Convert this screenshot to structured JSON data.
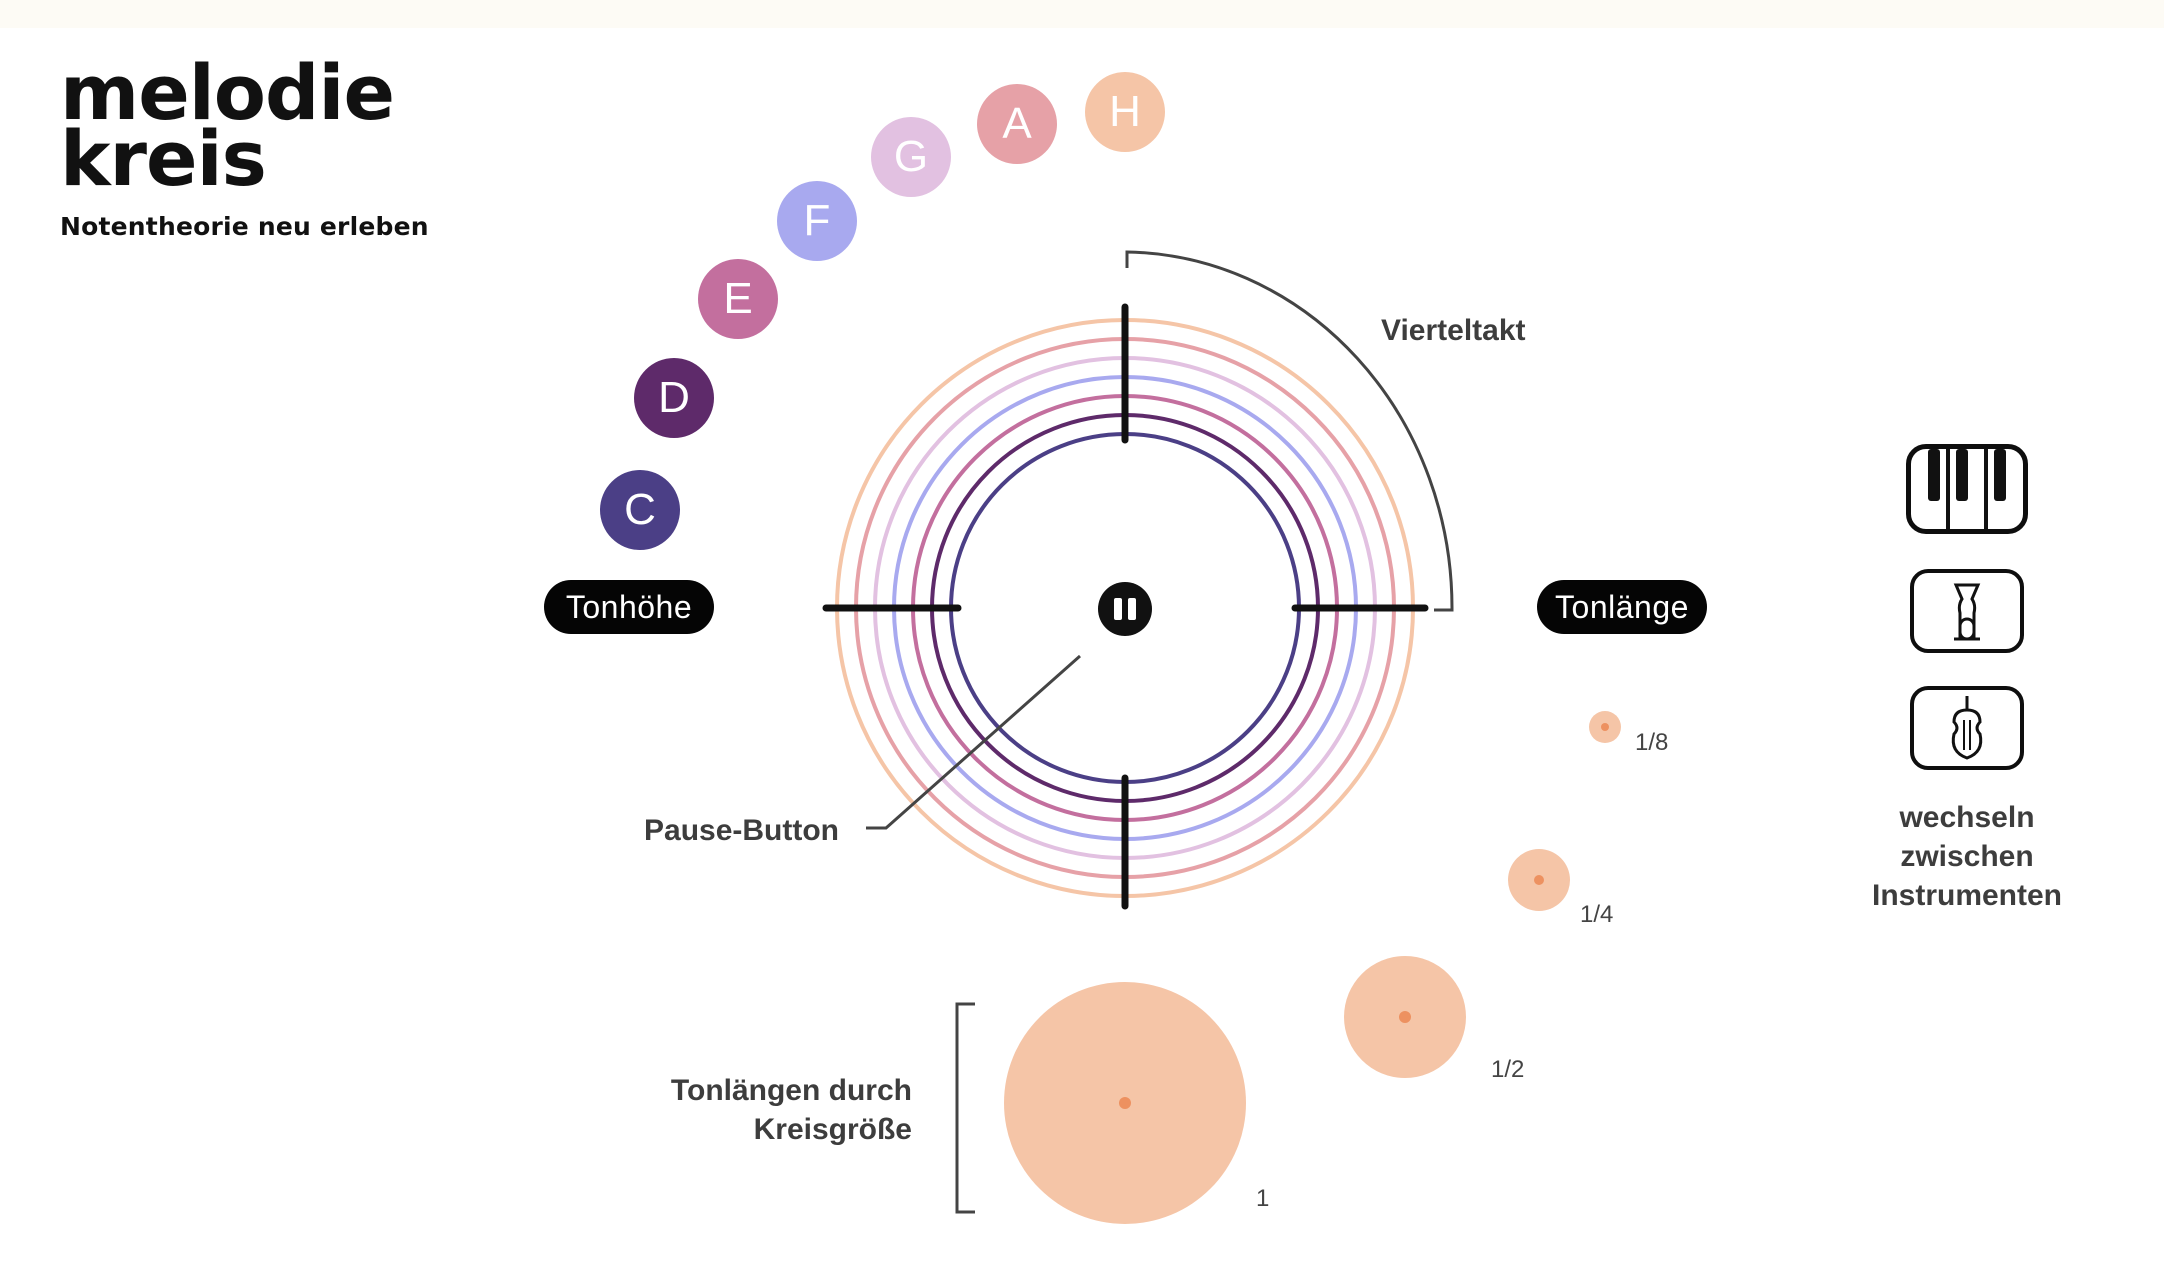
{
  "logo": {
    "line1": "melodie",
    "line2": "kreis",
    "tagline": "Notentheorie neu erleben"
  },
  "notes": [
    {
      "label": "C",
      "color": "#4b3f86"
    },
    {
      "label": "D",
      "color": "#5e2a6a"
    },
    {
      "label": "E",
      "color": "#c36f9e"
    },
    {
      "label": "F",
      "color": "#a8a9ef"
    },
    {
      "label": "G",
      "color": "#e2c1e1"
    },
    {
      "label": "A",
      "color": "#e6a1a7"
    },
    {
      "label": "H",
      "color": "#f5c5a7"
    }
  ],
  "ring_colors": [
    "#f5c5a7",
    "#e6a1a7",
    "#e2c1e1",
    "#a8a9ef",
    "#c36f9e",
    "#5e2a6a",
    "#4b3f86"
  ],
  "pills": {
    "pitch": "Tonhöhe",
    "duration": "Tonlänge"
  },
  "annotations": {
    "vierteltakt": "Vierteltakt",
    "pause": "Pause-Button",
    "sizes_line1": "Tonlängen durch",
    "sizes_line2": "Kreisgröße"
  },
  "durations": [
    {
      "label": "1/8",
      "color": "#f5c5a7",
      "dot": "#ed9160"
    },
    {
      "label": "1/4",
      "color": "#f5c5a7",
      "dot": "#ed9160"
    },
    {
      "label": "1/2",
      "color": "#f5c5a7",
      "dot": "#ed9160"
    },
    {
      "label": "1",
      "color": "#f5c5a7",
      "dot": "#ed9160"
    }
  ],
  "instruments": {
    "items": [
      "piano-icon",
      "trumpet-icon",
      "violin-icon"
    ],
    "caption_line1": "wechseln",
    "caption_line2": "zwischen",
    "caption_line3": "Instrumenten"
  }
}
